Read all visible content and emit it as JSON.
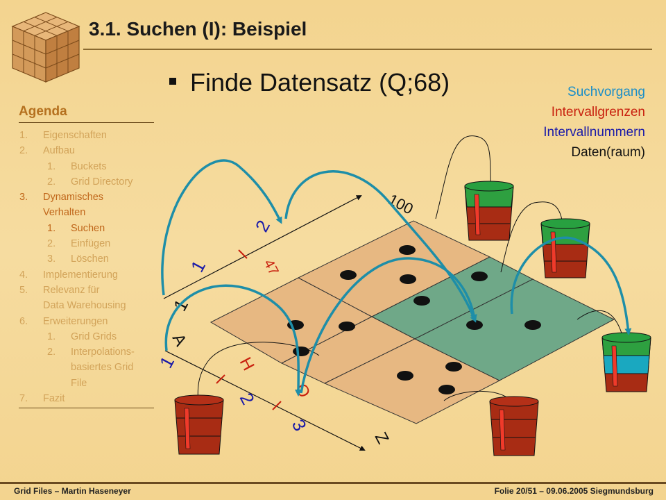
{
  "header": {
    "title": "3.1. Suchen (I): Beispiel"
  },
  "bullet": "Finde Datensatz (Q;68)",
  "legend": [
    {
      "text": "Suchvorgang",
      "color": "#1a8ec8"
    },
    {
      "text": "Intervallgrenzen",
      "color": "#c8200e"
    },
    {
      "text": "Intervallnummern",
      "color": "#1a1aa8"
    },
    {
      "text": "Daten(raum)",
      "color": "#111111"
    }
  ],
  "agenda": {
    "heading": "Agenda",
    "items": [
      {
        "num": "1.",
        "label": "Eigenschaften",
        "level": 1
      },
      {
        "num": "2.",
        "label": "Aufbau",
        "level": 1
      },
      {
        "num": "1.",
        "label": "Buckets",
        "level": 2
      },
      {
        "num": "2.",
        "label": "Grid Directory",
        "level": 2
      },
      {
        "num": "3.",
        "label": "Dynamisches",
        "level": 1,
        "active": true
      },
      {
        "num": "",
        "label": "Verhalten",
        "level": 1,
        "active": true
      },
      {
        "num": "1.",
        "label": "Suchen",
        "level": 2,
        "active": true
      },
      {
        "num": "2.",
        "label": "Einfügen",
        "level": 2
      },
      {
        "num": "3.",
        "label": "Löschen",
        "level": 2
      },
      {
        "num": "4.",
        "label": "Implementierung",
        "level": 1
      },
      {
        "num": "5.",
        "label": "Relevanz für",
        "level": 1
      },
      {
        "num": "",
        "label": "Data Warehousing",
        "level": 1
      },
      {
        "num": "6.",
        "label": "Erweiterungen",
        "level": 1
      },
      {
        "num": "1.",
        "label": "Grid Grids",
        "level": 2
      },
      {
        "num": "2.",
        "label": "Interpolations-",
        "level": 2
      },
      {
        "num": "",
        "label": "basiertes Grid",
        "level": 2
      },
      {
        "num": "",
        "label": "File",
        "level": 2
      },
      {
        "num": "7.",
        "label": "Fazit",
        "level": 1
      }
    ]
  },
  "diagram": {
    "axis_num": {
      "start": "1",
      "end": "100",
      "boundary": "47",
      "interval_1": "1",
      "interval_2": "2"
    },
    "axis_alpha": {
      "start": "A",
      "end": "Z",
      "boundary_1": "H",
      "boundary_2": "O",
      "interval_1": "1",
      "interval_2": "2",
      "interval_3": "3"
    }
  },
  "footer": {
    "left": "Grid Files – Martin Haseneyer",
    "right": "Folie 20/51 – 09.06.2005 Siegmundsburg"
  }
}
